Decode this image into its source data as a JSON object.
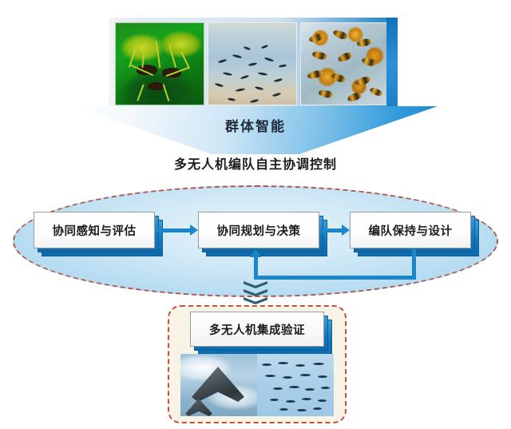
{
  "figure": {
    "top_band": {
      "name": "swarm-intelligence-photo-strip",
      "photos": [
        {
          "id": "ants",
          "alt": "ants-photo"
        },
        {
          "id": "birds",
          "alt": "birds-flock-photo"
        },
        {
          "id": "bees",
          "alt": "bees-swarm-photo"
        }
      ]
    },
    "arrow_label": "群体智能",
    "main_title": "多无人机编队自主协调控制",
    "process_boxes": [
      {
        "id": "box1",
        "label": "协同感知与评估"
      },
      {
        "id": "box2",
        "label": "协同规划与决策"
      },
      {
        "id": "box3",
        "label": "编队保持与设计"
      }
    ],
    "bottom_panel": {
      "label": "多无人机集成验证",
      "photos": [
        {
          "id": "stealth-uav",
          "alt": "stealth-uav-photo"
        },
        {
          "id": "uav-swarm",
          "alt": "uav-swarm-simulation"
        }
      ]
    },
    "connectors": {
      "forward_1_to_2": "arrow-right",
      "forward_2_to_3": "arrow-right",
      "feedback_3_to_2": "arrow-up",
      "down_chevrons": "triple-chevron-down"
    },
    "colors": {
      "ellipse_fill": "#bfe0f2",
      "ellipse_border": "#b0564b",
      "box_blue": "#1478bd",
      "connector_blue": "#1b86c9",
      "panel_bg": "#f7f4e6",
      "panel_border": "#c1523f",
      "chevron": "#2c5f72",
      "band_blue": "#1b7fc4"
    }
  }
}
